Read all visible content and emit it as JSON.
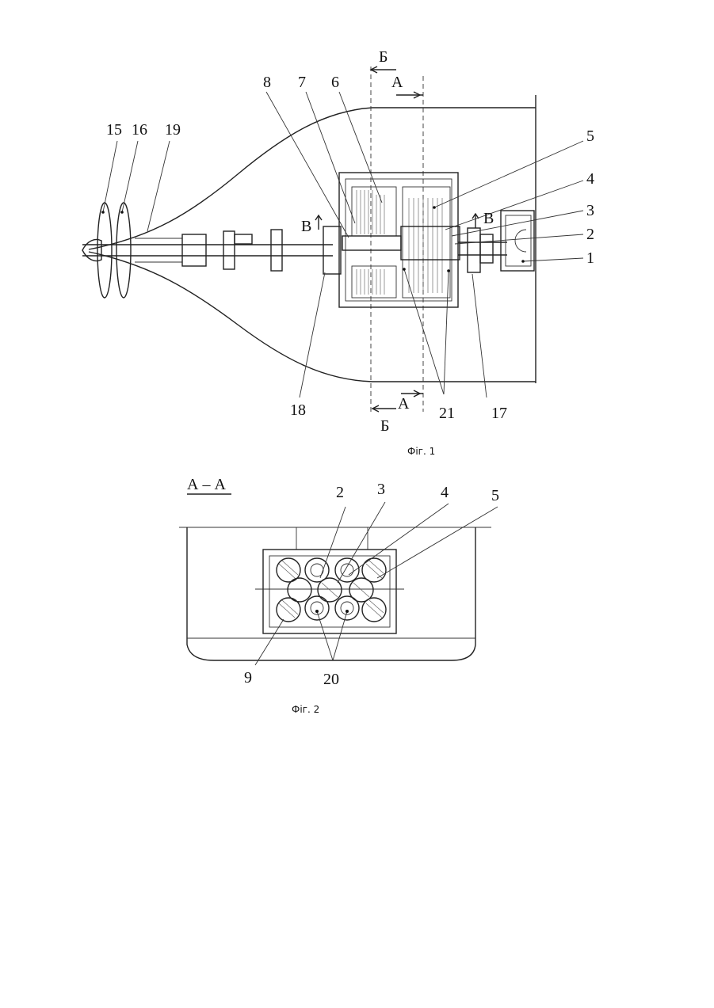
{
  "figure1": {
    "caption": "Фіг. 1",
    "section_marks": {
      "top_b": "Б",
      "top_a": "А",
      "bottom_a": "А",
      "bottom_b": "Б",
      "left_v": "В",
      "right_v": "В"
    },
    "callouts": [
      "15",
      "16",
      "19",
      "8",
      "7",
      "6",
      "5",
      "4",
      "3",
      "2",
      "1",
      "18",
      "21",
      "17"
    ]
  },
  "figure2": {
    "caption": "Фіг. 2",
    "section_title": "А – А",
    "callouts": [
      "2",
      "3",
      "4",
      "5",
      "9",
      "20"
    ]
  }
}
